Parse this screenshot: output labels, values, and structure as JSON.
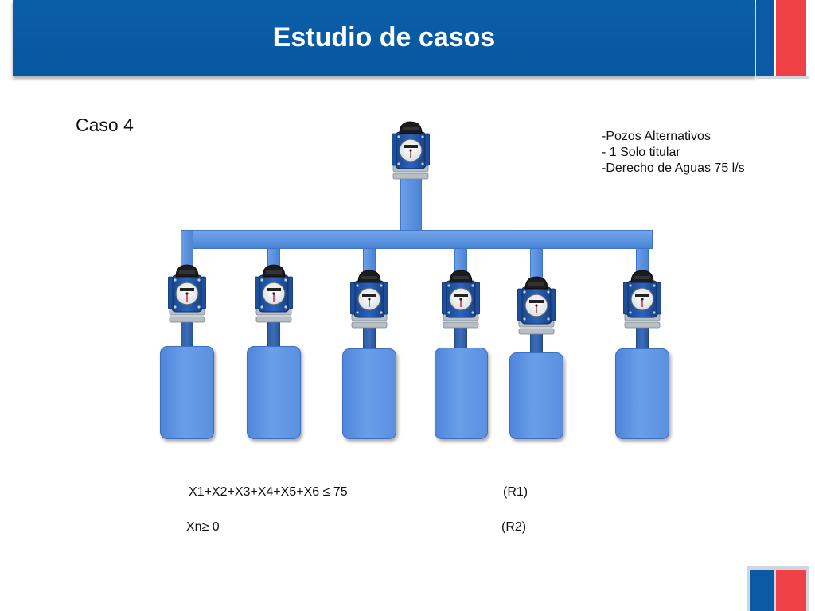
{
  "header": {
    "title": "Estudio de casos"
  },
  "case_label": "Caso 4",
  "notes": [
    "-Pozos Alternativos",
    "- 1 Solo titular",
    "-Derecho de Aguas 75 l/s"
  ],
  "constraints": [
    {
      "expr": "X1+X2+X3+X4+X5+X6 ≤ 75",
      "tag": "(R1)"
    },
    {
      "expr": "Xn≥ 0",
      "tag": "(R2)"
    }
  ],
  "diagram": {
    "main_meters": 1,
    "branch_meters": 6,
    "wells": 6
  },
  "colors": {
    "header_blue": "#0a5ea8",
    "accent_red": "#ef4045",
    "pipe_blue": "#5a91e0",
    "meter_blue": "#1f5cb0"
  }
}
